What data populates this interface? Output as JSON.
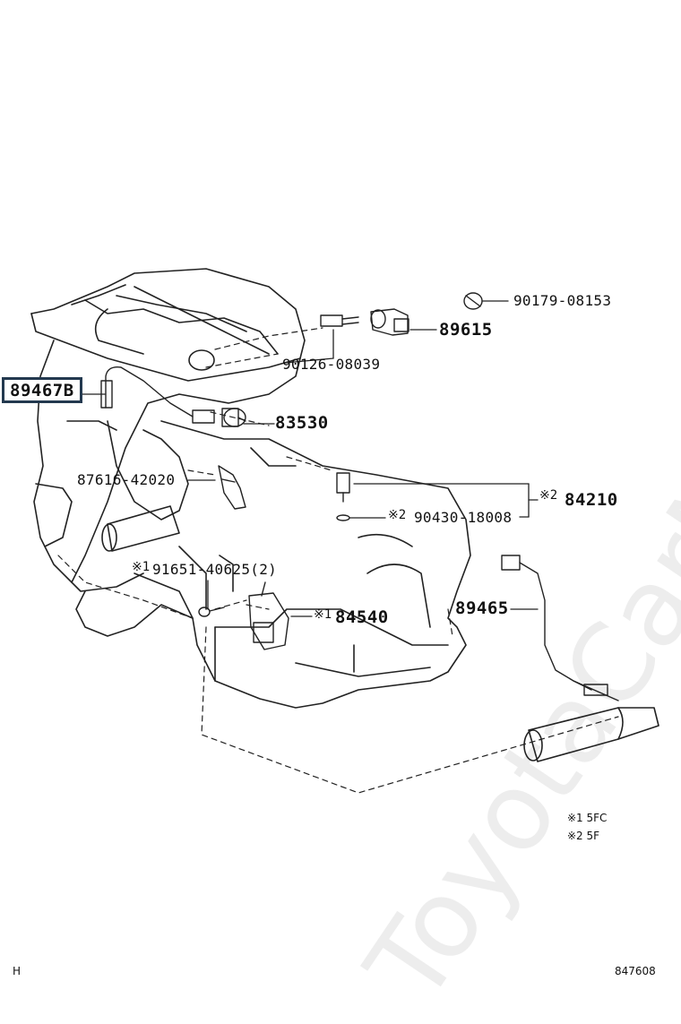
{
  "parts": {
    "p1": "90179-08153",
    "p2": "89615",
    "p3": "90126-08039",
    "p4": "89467B",
    "p5": "83530",
    "p6": "87616-42020",
    "p7": "84210",
    "p7_mark": "※2",
    "p8": "90430-18008",
    "p8_mark": "※2",
    "p9": "91651-40625(2)",
    "p9_mark": "※1",
    "p10": "89465",
    "p11": "84540",
    "p11_mark": "※1"
  },
  "legend": {
    "note1": "※1  5FC",
    "note2": "※2  5F"
  },
  "footer": {
    "left": "H",
    "right": "847608"
  },
  "watermark": "ToyotaCarMine.ru"
}
